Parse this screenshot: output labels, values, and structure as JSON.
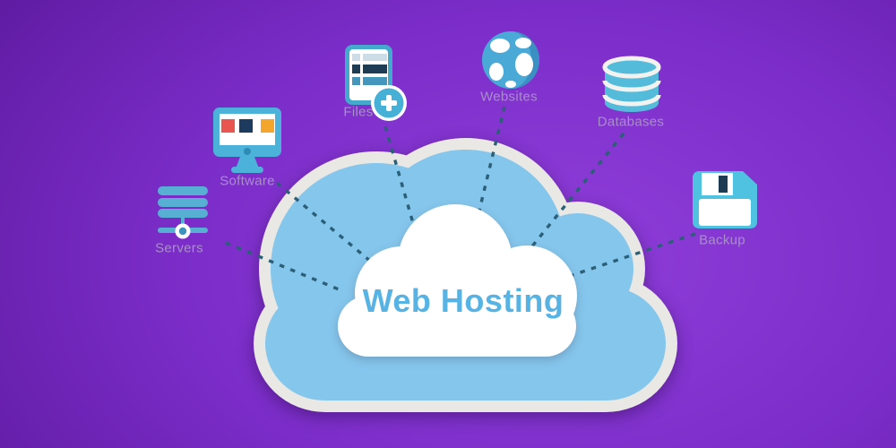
{
  "diagram": {
    "title": "Web Hosting",
    "nodes": [
      {
        "id": "servers",
        "label": "Servers",
        "icon": "server-stack-icon"
      },
      {
        "id": "software",
        "label": "Software",
        "icon": "monitor-icon"
      },
      {
        "id": "files",
        "label": "Files",
        "icon": "document-plus-icon"
      },
      {
        "id": "websites",
        "label": "Websites",
        "icon": "globe-icon"
      },
      {
        "id": "databases",
        "label": "Databases",
        "icon": "database-cylinder-icon"
      },
      {
        "id": "backup",
        "label": "Backup",
        "icon": "floppy-disk-icon"
      }
    ],
    "colors": {
      "background_dark": "#470f7e",
      "background_light": "#8f3ed9",
      "cloud_fill": "#85c6ed",
      "cloud_border": "#e9e8e4",
      "inner_cloud": "#ffffff",
      "title_text": "#56b3e4",
      "connector": "#2b5e77",
      "label_text": "#a78fc7",
      "icon_blue": "#4cb2da",
      "icon_navy": "#1d3c54",
      "icon_red": "#e8564f",
      "icon_orange": "#f4a52c"
    }
  }
}
